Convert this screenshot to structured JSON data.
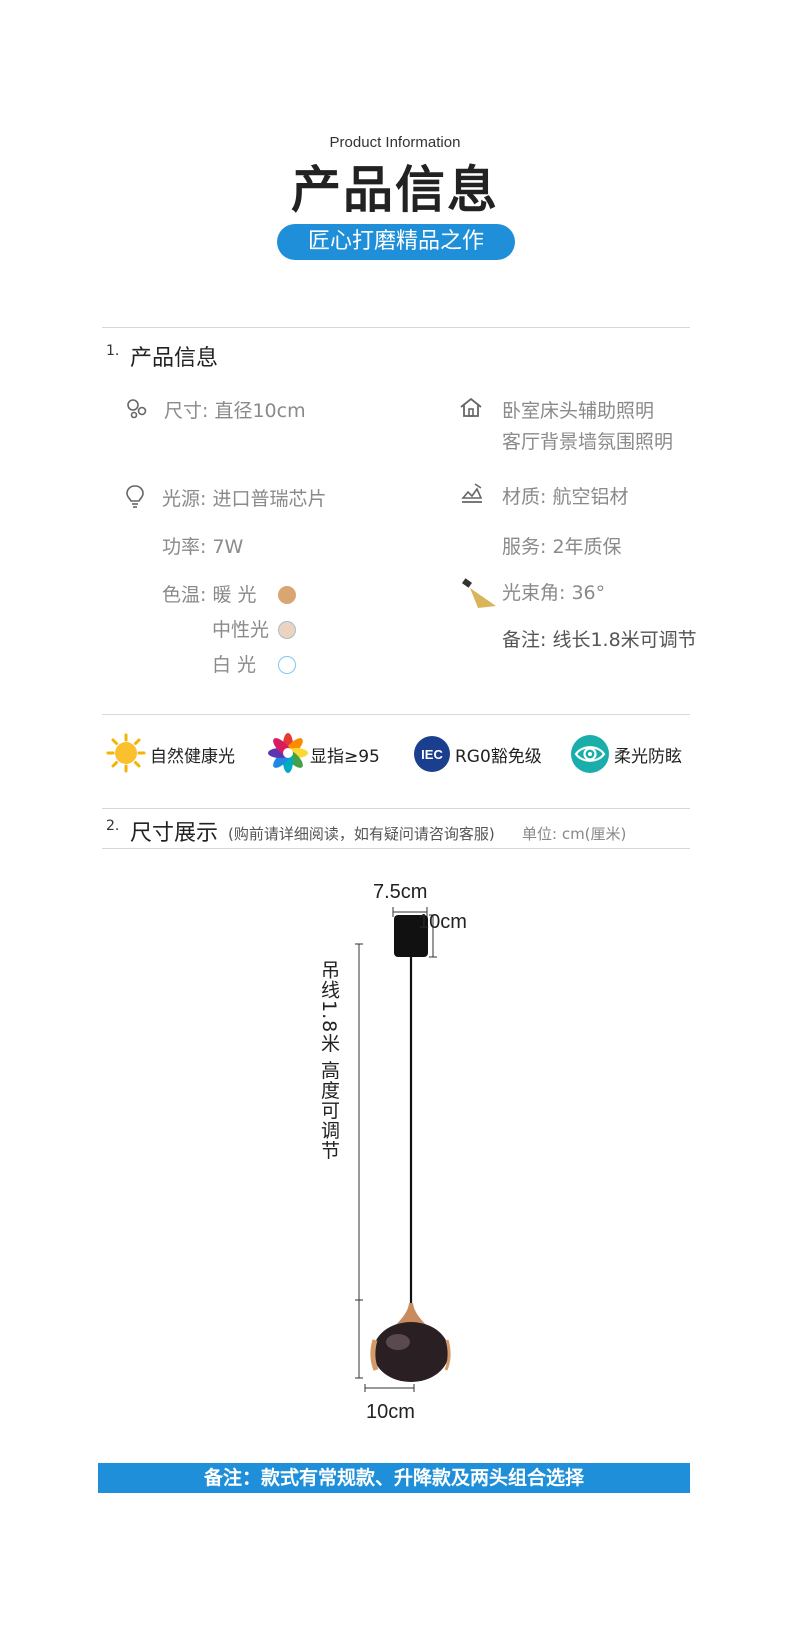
{
  "header": {
    "en_title": "Product Information",
    "title": "产品信息",
    "slogan": "匠心打磨精品之作"
  },
  "section1": {
    "num": "1.",
    "title": "产品信息",
    "size": "尺寸: 直径10cm",
    "usage_line1": "卧室床头辅助照明",
    "usage_line2": "客厅背景墙氛围照明",
    "light_source": "光源: 进口普瑞芯片",
    "material": "材质:  航空铝材",
    "power": "功率: 7W",
    "warranty": "服务: 2年质保",
    "color_temp_label": "色温: 暖   光",
    "neutral_label": "中性光",
    "white_label": "白    光",
    "beam_angle": "光束角: 36°",
    "remark": "备注: 线长1.8米可调节",
    "colors": {
      "warm": "#d9a673",
      "neutral": "#ecd3bf",
      "white": "#ffffff",
      "white_border": "#7ec8e8"
    }
  },
  "features": [
    {
      "icon": "sun-icon",
      "label": "自然健康光"
    },
    {
      "icon": "color-wheel-icon",
      "label": "显指≥95"
    },
    {
      "icon": "iec-badge-icon",
      "badge": "IEC",
      "label": "RG0豁免级"
    },
    {
      "icon": "eye-icon",
      "label": "柔光防眩"
    }
  ],
  "section2": {
    "num": "2.",
    "title": "尺寸展示",
    "note": "(购前请详细阅读，如有疑问请咨询客服)",
    "unit": "单位: cm(厘米)"
  },
  "dimensions": {
    "canopy_width": "7.5cm",
    "canopy_height": "10cm",
    "cable_label": "吊线1.8米 高度可调节",
    "shade_width": "10cm"
  },
  "footer": {
    "note": "备注：款式有常规款、升降款及两头组合选择"
  },
  "accent_color": "#1e8fd8"
}
